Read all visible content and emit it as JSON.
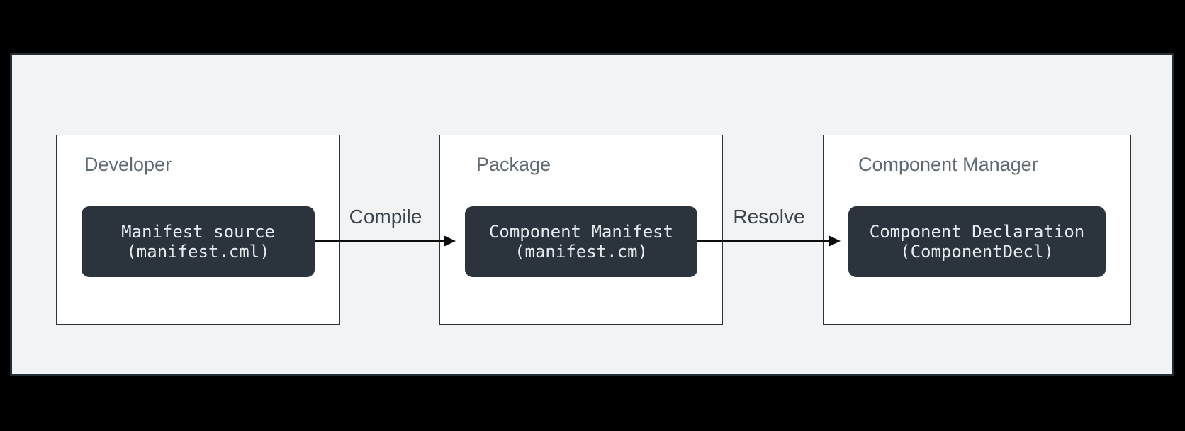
{
  "colors": {
    "background": "#000000",
    "panel_bg": "#f1f3f4",
    "panel_border": "#232d36",
    "node_bg": "#ffffff",
    "node_border": "#2a343d",
    "chip_bg": "#2b333d",
    "chip_text": "#e8ebee",
    "node_label_color": "#5f6a73",
    "arrow_label_color": "#3b434b",
    "arrow_color": "#0d0d0d"
  },
  "nodes": [
    {
      "label": "Developer",
      "artifact": {
        "line1": "Manifest source",
        "line2": "(manifest.cml)"
      }
    },
    {
      "label": "Package",
      "artifact": {
        "line1": "Component Manifest",
        "line2": "(manifest.cm)"
      }
    },
    {
      "label": "Component Manager",
      "artifact": {
        "line1": "Component Declaration",
        "line2": "(ComponentDecl)"
      }
    }
  ],
  "arrows": [
    {
      "label": "Compile"
    },
    {
      "label": "Resolve"
    }
  ]
}
